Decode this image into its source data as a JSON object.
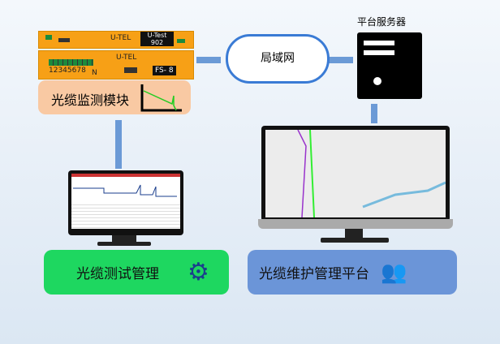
{
  "device": {
    "brand1": "U-TEL",
    "model_top": "U-Test",
    "model_num": "902",
    "brand2": "U-TEL",
    "ports_label": "12345678",
    "ports_n": "N",
    "fs": "FS- 8"
  },
  "module_label": "光缆监测模块",
  "cloud_label": "局域网",
  "server_label": "平台服务器",
  "left_button": "光缆测试管理",
  "right_button": "光缆维护管理平台",
  "colors": {
    "device": "#f7a016",
    "module_bg": "#f9c9a3",
    "left_btn": "#1ed760",
    "right_btn": "#6b95d8",
    "arrow": "#6b9ad6"
  }
}
